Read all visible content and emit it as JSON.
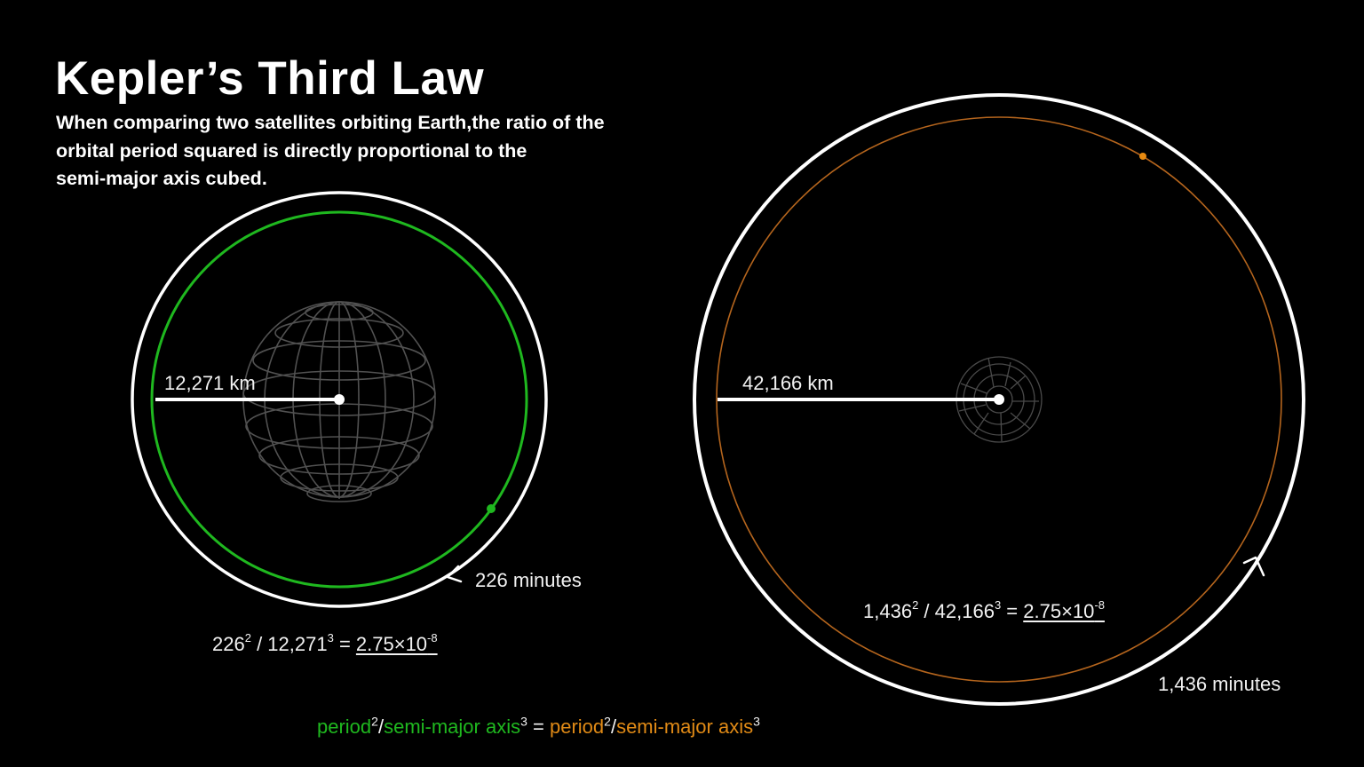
{
  "title": "Kepler’s Third Law",
  "subtitle": {
    "lines": [
      "When comparing two satellites orbiting Earth,the ratio of the",
      "orbital period squared is directly proportional to the",
      "semi-major axis cubed."
    ]
  },
  "colors": {
    "background": "#000000",
    "left_orbit": "#1fb81f",
    "right_orbit": "#e08a16",
    "reference_ring": "#ffffff",
    "earth_wireframe": "#5a5a5a"
  },
  "left_system": {
    "radius_label": "12,271 km",
    "period_label": "226 minutes",
    "equation": {
      "period": "226",
      "period_exp": "2",
      "separator": " / ",
      "axis": "12,271",
      "axis_exp": "3",
      "equals": " = ",
      "result": "2.75×10",
      "result_exp": "-8"
    }
  },
  "right_system": {
    "radius_label": "42,166 km",
    "period_label": "1,436 minutes",
    "equation": {
      "period": "1,436",
      "period_exp": "2",
      "separator": " / ",
      "axis": "42,166",
      "axis_exp": "3",
      "equals": " = ",
      "result": "2.75×10",
      "result_exp": "-8"
    }
  },
  "law": {
    "left_period": "period",
    "left_period_exp": "2",
    "slash": "/",
    "left_axis": "semi-major axis",
    "left_axis_exp": "3",
    "equals": " = ",
    "right_period": "period",
    "right_period_exp": "2",
    "right_axis": "semi-major axis",
    "right_axis_exp": "3"
  }
}
